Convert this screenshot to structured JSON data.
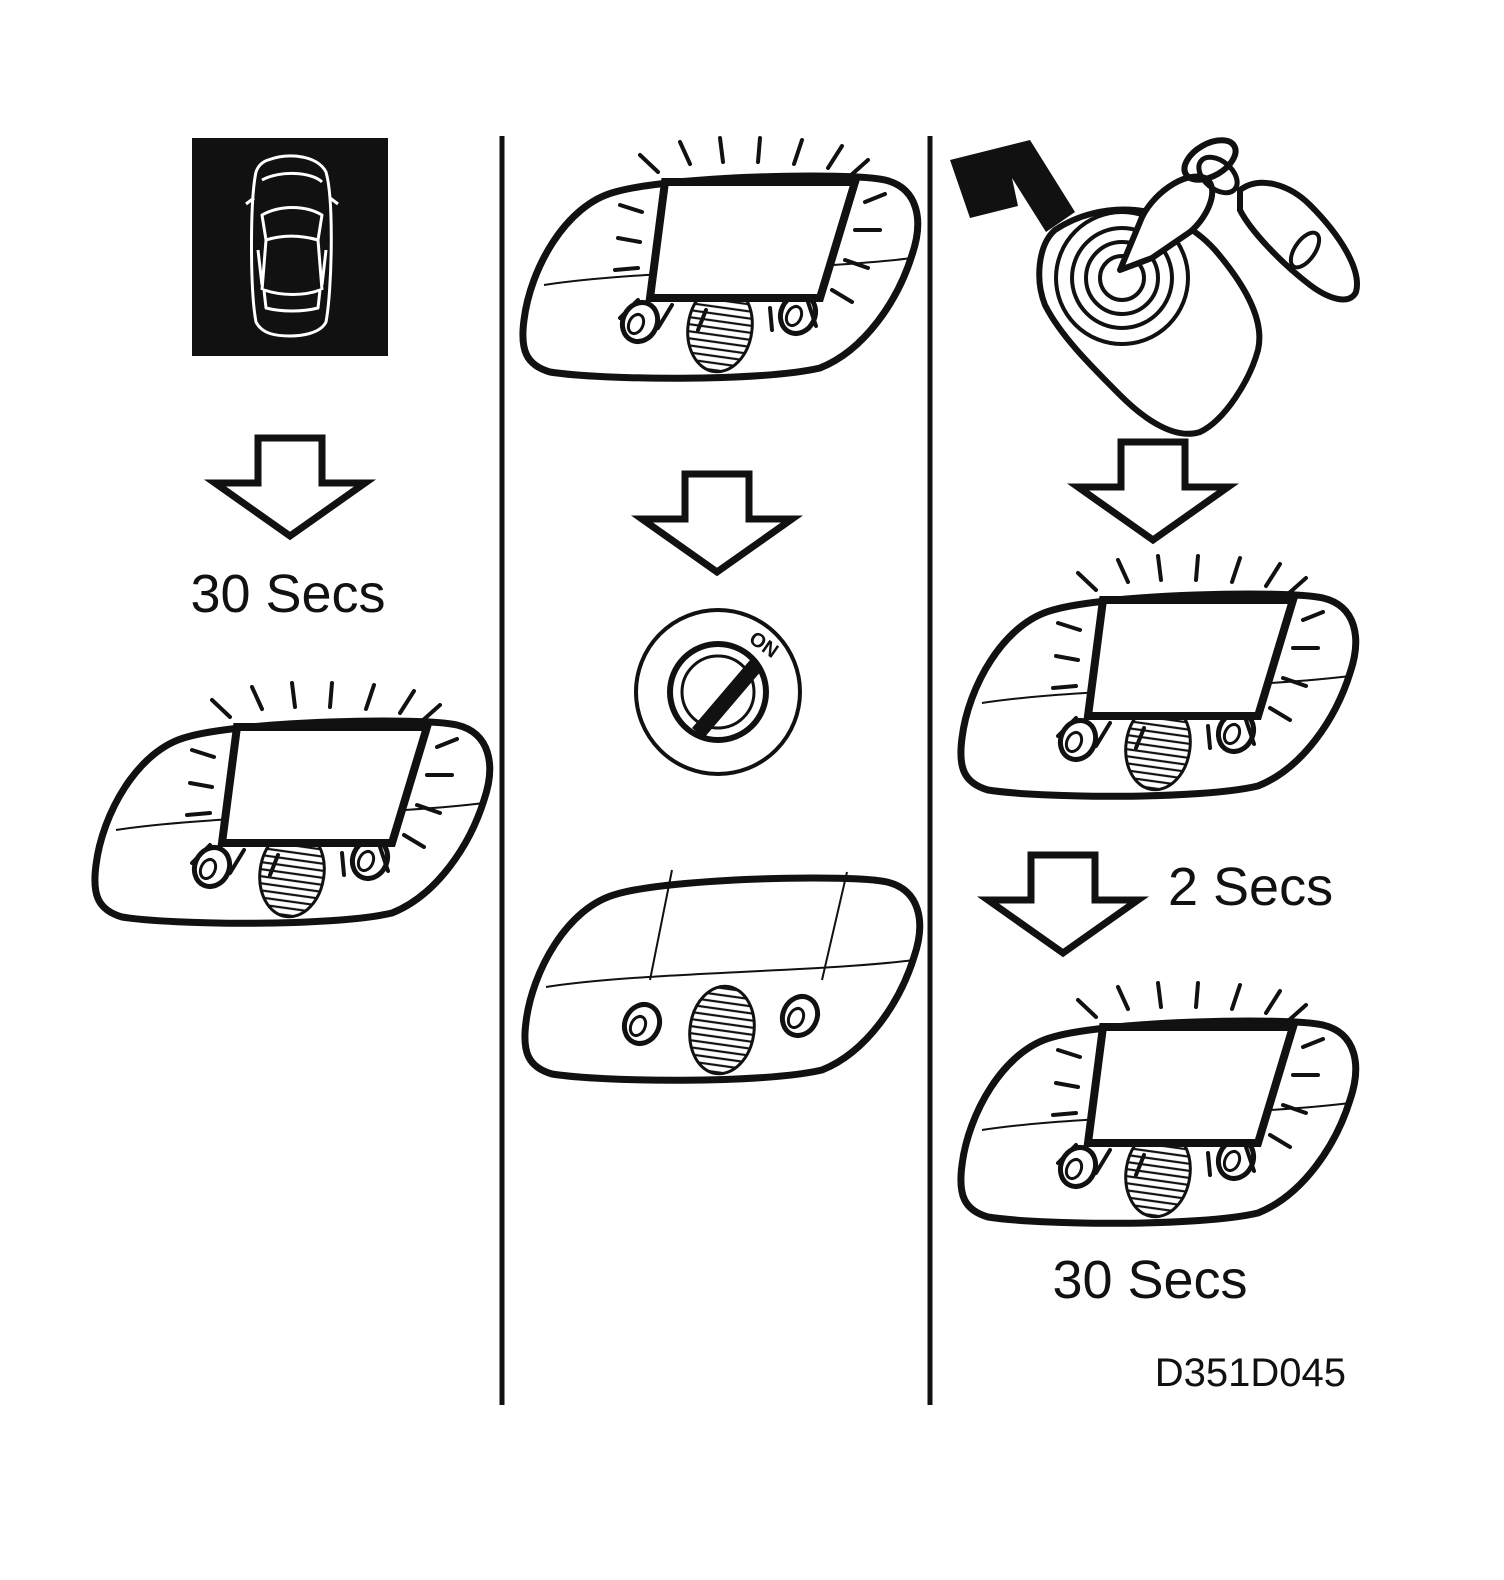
{
  "diagram": {
    "colors": {
      "ink": "#111111",
      "paper": "#ffffff"
    },
    "panel_left": {
      "icons": [
        "car-top-view-icon",
        "down-arrow-icon",
        "flashing-interior-lamp-icon"
      ],
      "delay_label": "30 Secs"
    },
    "panel_middle": {
      "icons": [
        "flashing-interior-lamp-icon",
        "down-arrow-icon",
        "ignition-switch-icon",
        "interior-lamp-off-icon"
      ],
      "switch_position_label": "ON"
    },
    "panel_right": {
      "icons": [
        "key-removal-icon",
        "down-arrow-icon",
        "flashing-interior-lamp-icon",
        "down-arrow-icon",
        "flashing-interior-lamp-icon"
      ],
      "short_delay_label": "2 Secs",
      "delay_label": "30 Secs"
    },
    "figure_code": "D351D045"
  }
}
